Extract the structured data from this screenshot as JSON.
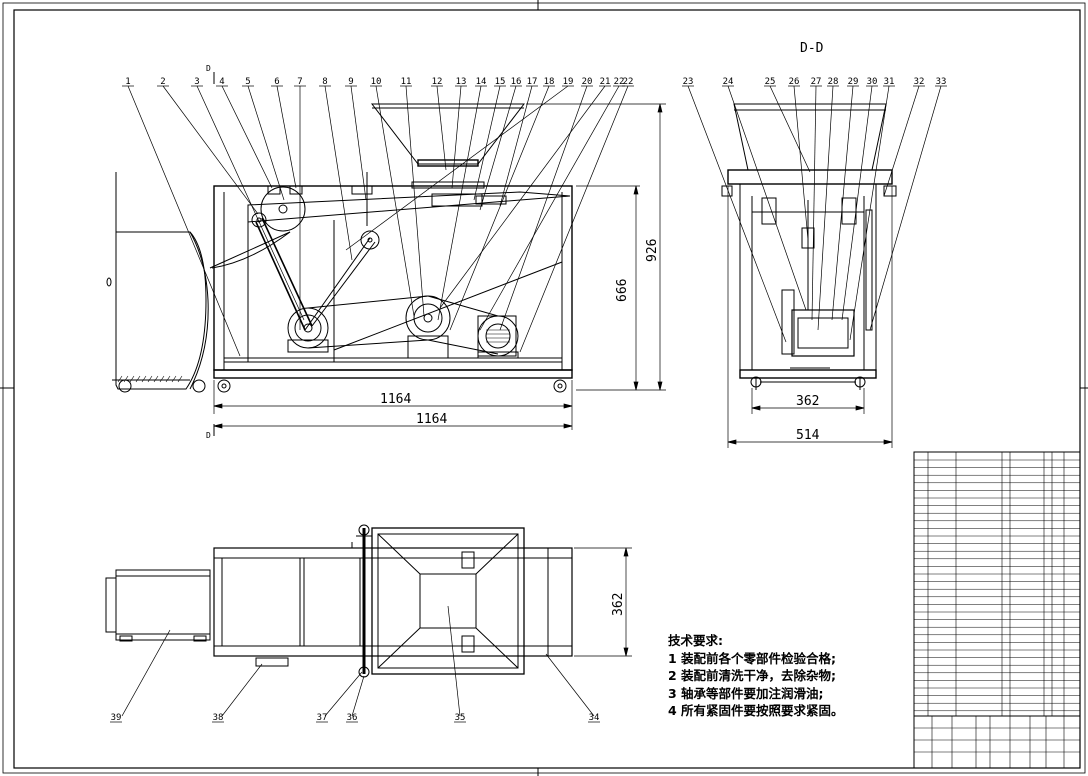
{
  "section_label": "D-D",
  "section_marker": "D",
  "balloons_front": [
    "1",
    "2",
    "3",
    "4",
    "5",
    "6",
    "7",
    "8",
    "9",
    "10",
    "11",
    "12",
    "13",
    "14",
    "15",
    "16",
    "17",
    "18",
    "19",
    "20",
    "21",
    "22",
    "22"
  ],
  "balloons_side": [
    "23",
    "24",
    "25",
    "26",
    "27",
    "28",
    "29",
    "30",
    "31",
    "32",
    "33"
  ],
  "balloons_top": [
    "39",
    "38",
    "37",
    "36",
    "35",
    "34"
  ],
  "dims": {
    "length_inner": "1164",
    "length_outer": "1164",
    "height_frame": "666",
    "height_total": "926",
    "width_side_inner": "362",
    "width_side_outer": "514",
    "width_top": "362"
  },
  "requirements": {
    "title": "技术要求:",
    "items": [
      "1 装配前各个零部件检验合格;",
      "2 装配前清洗干净，去除杂物;",
      "3 轴承等部件要加注润滑油;",
      "4 所有紧固件要按照要求紧固。"
    ]
  }
}
